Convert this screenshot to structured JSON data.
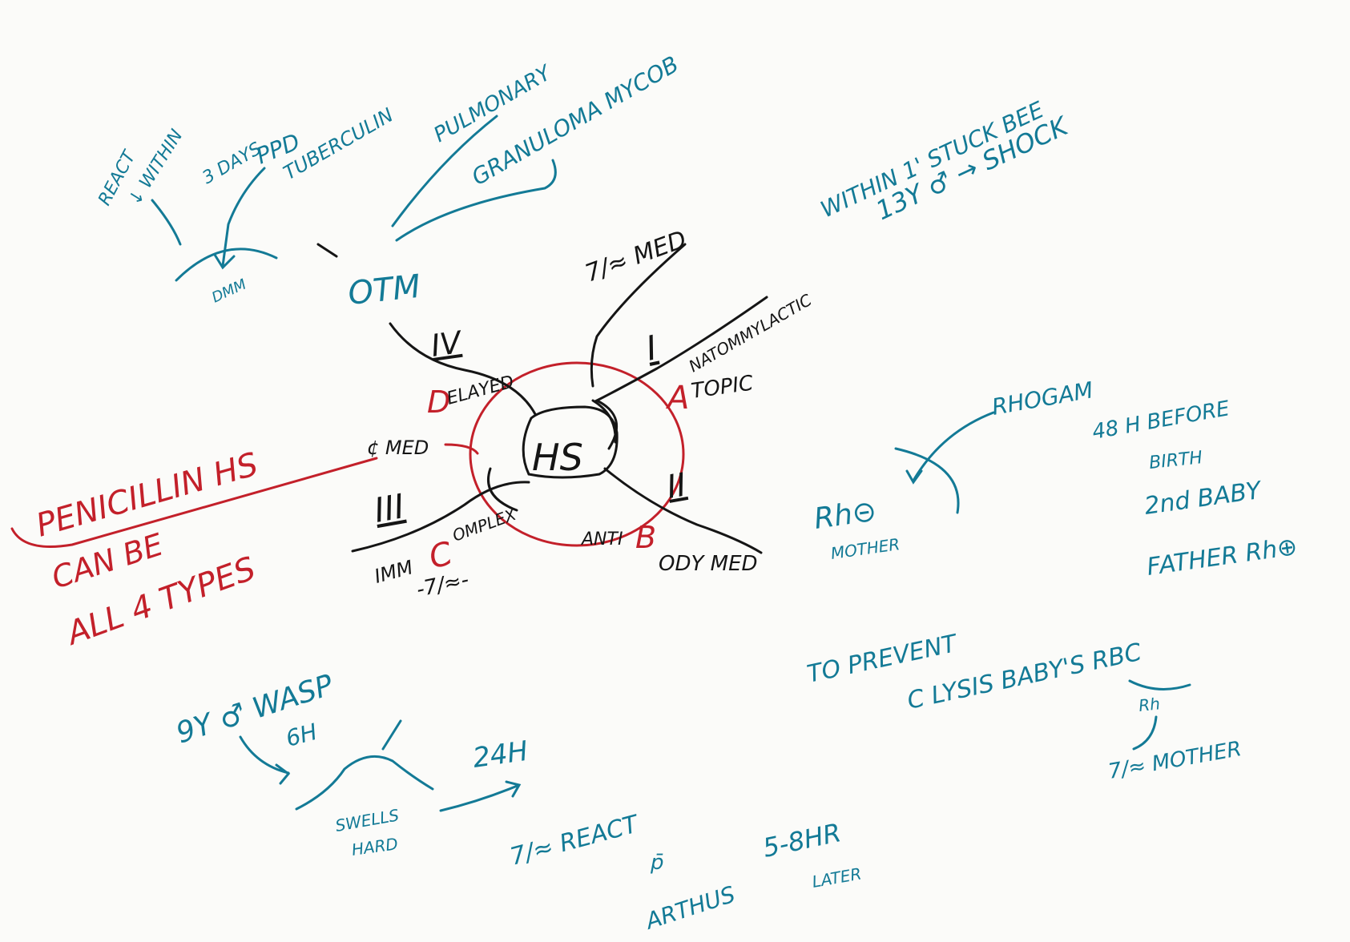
{
  "center": {
    "label": "HS"
  },
  "types": {
    "type_1": {
      "numeral": "I",
      "label": "7/≈ MED",
      "sub": "NATOMMYLACTIC",
      "initial": "A",
      "rest": "TOPIC"
    },
    "type_2": {
      "numeral": "II",
      "initial": "B",
      "prefix": "ANTI",
      "rest": "ODY MED"
    },
    "type_3": {
      "numeral": "III",
      "prefix": "IMM",
      "initial": "C",
      "rest": "OMPLEX",
      "sub": "-7/≈-"
    },
    "type_4": {
      "numeral": "IV",
      "initial": "D",
      "rest": "ELAYED",
      "label": "OTM",
      "sub": "¢ MED"
    }
  },
  "type4_notes": {
    "react": "REACT",
    "within": "↓ WITHIN",
    "days": "3 DAYS",
    "ppd": "PPD",
    "tuberculin": "TUBERCULIN",
    "dmm": "DMM",
    "pulmonary": "PULMONARY",
    "granuloma": "GRANULOMA MYCOB"
  },
  "type1_notes": {
    "within": "WITHIN 1' STUCK BEE",
    "age": "13Y ♂ → SHOCK"
  },
  "rhogam": {
    "label": "RHOGAM",
    "mother": "Rh⊝",
    "mother_sub": "MOTHER",
    "line1": "48 H BEFORE",
    "line2": "BIRTH",
    "line3": "2nd BABY",
    "line4": "FATHER Rh⊕",
    "prevent1": "TO PREVENT",
    "prevent2": "C LYSIS BABY'S RBC",
    "rh": "Rh",
    "type2_mother": "7/≈ MOTHER"
  },
  "wasp": {
    "age": "9Y ♂ WASP",
    "hours": "6H",
    "swells": "SWELLS",
    "hard": "HARD",
    "h24": "24H",
    "react": "7/≈ REACT",
    "p": "p̄",
    "arthus": "ARTHUS",
    "time": "5-8HR",
    "later": "LATER"
  },
  "penicillin": {
    "title": "PENICILLIN HS",
    "line1": "CAN BE",
    "line2": "ALL 4 TYPES"
  }
}
